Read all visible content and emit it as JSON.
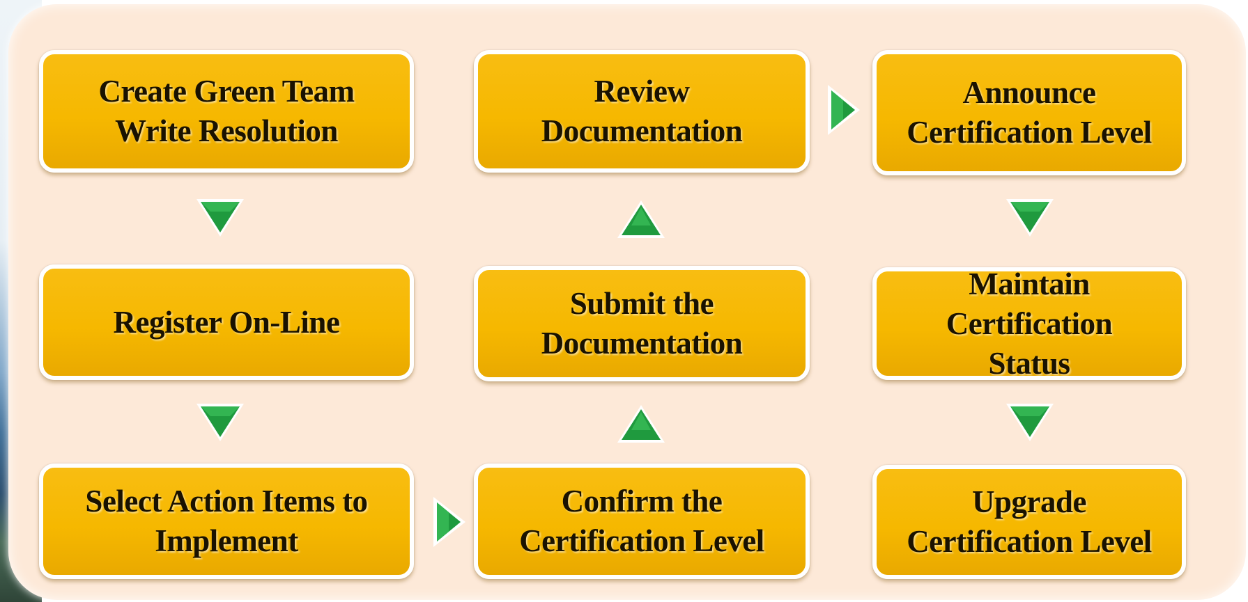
{
  "diagram": {
    "steps": [
      {
        "id": "create-green-team",
        "label": "Create Green Team\nWrite Resolution"
      },
      {
        "id": "register-online",
        "label": "Register On-Line"
      },
      {
        "id": "select-action-items",
        "label": "Select Action Items to\nImplement"
      },
      {
        "id": "confirm-certification",
        "label": "Confirm the\nCertification Level"
      },
      {
        "id": "submit-documentation",
        "label": "Submit the\nDocumentation"
      },
      {
        "id": "review-documentation",
        "label": "Review\nDocumentation"
      },
      {
        "id": "announce-certification",
        "label": "Announce\nCertification Level"
      },
      {
        "id": "maintain-certification",
        "label": "Maintain\nCertification\nStatus"
      },
      {
        "id": "upgrade-certification",
        "label": "Upgrade\nCertification Level"
      }
    ],
    "arrow_color": "#1f9a3e",
    "box_color": "#f6b800"
  }
}
